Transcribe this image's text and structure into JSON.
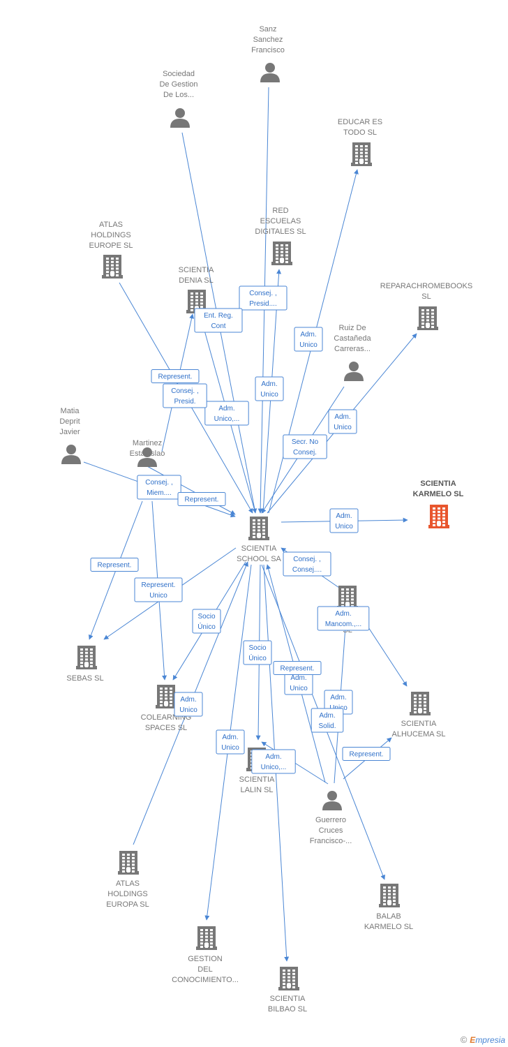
{
  "colors": {
    "edge": "#4a86d4",
    "node": "#777777",
    "focus": "#e8562e"
  },
  "nodes": [
    {
      "id": "school",
      "kind": "company",
      "label": [
        "SCIENTIA",
        "SCHOOL SA"
      ]
    },
    {
      "id": "karmelo",
      "kind": "company",
      "focus": true,
      "label": [
        "SCIENTIA",
        "KARMELO  SL"
      ]
    },
    {
      "id": "sanz",
      "kind": "person",
      "label": [
        "Sanz",
        "Sanchez",
        "Francisco"
      ]
    },
    {
      "id": "sociedad",
      "kind": "person",
      "label": [
        "Sociedad",
        "De Gestion",
        "De Los..."
      ]
    },
    {
      "id": "educar",
      "kind": "company",
      "label": [
        "EDUCAR ES",
        "TODO  SL"
      ]
    },
    {
      "id": "red",
      "kind": "company",
      "label": [
        "RED",
        "ESCUELAS",
        "DIGITALES  SL"
      ]
    },
    {
      "id": "atlas_hold",
      "kind": "company",
      "label": [
        "ATLAS",
        "HOLDINGS",
        "EUROPE  SL"
      ]
    },
    {
      "id": "denia",
      "kind": "company",
      "label": [
        "SCIENTIA",
        "DENIA  SL"
      ]
    },
    {
      "id": "reparach",
      "kind": "company",
      "label": [
        "REPARACHROMEBOOKS",
        "SL"
      ]
    },
    {
      "id": "ruiz",
      "kind": "person",
      "label": [
        "Ruiz De",
        "Castañeda",
        "Carreras..."
      ]
    },
    {
      "id": "matia",
      "kind": "person",
      "label": [
        "Matia",
        "Deprit",
        "Javier"
      ]
    },
    {
      "id": "martinez",
      "kind": "person",
      "label": [
        "Martinez",
        "Estanislao"
      ]
    },
    {
      "id": "s_sl",
      "kind": "company",
      "label": [
        "S",
        "SL"
      ]
    },
    {
      "id": "sebas",
      "kind": "company",
      "label": [
        "SEBAS  SL"
      ]
    },
    {
      "id": "colearn",
      "kind": "company",
      "label": [
        "COLEARNING",
        "SPACES  SL"
      ]
    },
    {
      "id": "alhucema",
      "kind": "company",
      "label": [
        "SCIENTIA",
        "ALHUCEMA  SL"
      ]
    },
    {
      "id": "lalin",
      "kind": "company",
      "label": [
        "SCIENTIA",
        "LALIN  SL"
      ]
    },
    {
      "id": "guerrero",
      "kind": "person",
      "label": [
        "Guerrero",
        "Cruces",
        "Francisco-..."
      ]
    },
    {
      "id": "atlas_eur",
      "kind": "company",
      "label": [
        "ATLAS",
        "HOLDINGS",
        "EUROPA  SL"
      ]
    },
    {
      "id": "balab",
      "kind": "company",
      "label": [
        "BALAB",
        "KARMELO  SL"
      ]
    },
    {
      "id": "gestion",
      "kind": "company",
      "label": [
        "GESTION",
        "DEL",
        "CONOCIMIENTO..."
      ]
    },
    {
      "id": "bilbao",
      "kind": "company",
      "label": [
        "SCIENTIA",
        "BILBAO  SL"
      ]
    }
  ],
  "edges": [
    {
      "from": "sanz",
      "to": "school",
      "label": [
        "Consej. ,",
        "Presid...."
      ]
    },
    {
      "from": "sociedad",
      "to": "school",
      "label": [
        "Adm.",
        "Unico,..."
      ]
    },
    {
      "from": "school",
      "to": "educar",
      "label": [
        "Adm.",
        "Unico"
      ]
    },
    {
      "from": "school",
      "to": "red",
      "label": [
        "Adm.",
        "Unico"
      ]
    },
    {
      "from": "atlas_hold",
      "to": "school",
      "label": [
        "Consej. ,",
        "Presid."
      ]
    },
    {
      "from": "school",
      "to": "denia",
      "label": [
        "Ent.  Reg.",
        "Cont"
      ]
    },
    {
      "from": "martinez",
      "to": "denia",
      "label": [
        "Represent."
      ]
    },
    {
      "from": "school",
      "to": "reparach",
      "label": [
        "Adm.",
        "Unico"
      ]
    },
    {
      "from": "ruiz",
      "to": "school",
      "label": [
        "Secr.  No",
        "Consej."
      ]
    },
    {
      "from": "matia",
      "to": "school",
      "label": [
        "Consej. ,",
        "Miem...."
      ]
    },
    {
      "from": "martinez",
      "to": "school",
      "label": [
        "Represent."
      ]
    },
    {
      "from": "school",
      "to": "karmelo",
      "label": [
        "Adm.",
        "Unico"
      ]
    },
    {
      "from": "martinez",
      "to": "sebas",
      "label": [
        "Represent."
      ]
    },
    {
      "from": "school",
      "to": "sebas",
      "label": [
        "Represent.",
        "Unico"
      ]
    },
    {
      "from": "martinez",
      "to": "colearn",
      "label": [
        "Adm.",
        "Unico"
      ]
    },
    {
      "from": "school",
      "to": "colearn",
      "label": [
        "Socio",
        "Único"
      ]
    },
    {
      "from": "s_sl",
      "to": "school",
      "label": [
        "Consej. ,",
        "Consej...."
      ]
    },
    {
      "from": "guerrero",
      "to": "s_sl",
      "label": [
        "Adm.",
        "Mancom.,..."
      ]
    },
    {
      "from": "s_sl",
      "to": "alhucema",
      "label": [
        "Adm.",
        "Unico"
      ]
    },
    {
      "from": "guerrero",
      "to": "alhucema",
      "label": [
        "Represent."
      ]
    },
    {
      "from": "school",
      "to": "lalin",
      "label": [
        "Socio",
        "Único"
      ]
    },
    {
      "from": "guerrero",
      "to": "lalin",
      "label": [
        "Adm.",
        "Unico"
      ]
    },
    {
      "from": "guerrero",
      "to": "school",
      "label": [
        "Adm.",
        "Solid."
      ]
    },
    {
      "from": "atlas_eur",
      "to": "school",
      "label": [
        "Represent."
      ]
    },
    {
      "from": "school",
      "to": "balab",
      "label": []
    },
    {
      "from": "school",
      "to": "gestion",
      "label": [
        "Adm.",
        "Unico"
      ]
    },
    {
      "from": "school",
      "to": "bilbao",
      "label": [
        "Adm.",
        "Unico,..."
      ]
    }
  ],
  "credit": {
    "symbol": "©",
    "brand_first": "E",
    "brand_rest": "mpresia"
  }
}
